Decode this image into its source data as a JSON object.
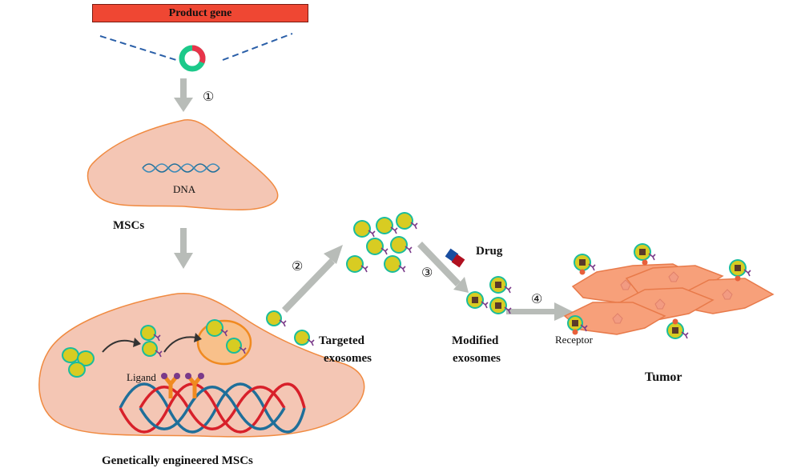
{
  "labels": {
    "product_gene": "Product gene",
    "dna": "DNA",
    "mscs": "MSCs",
    "ligand": "Ligand",
    "genetically_engineered": "Genetically engineered MSCs",
    "targeted_exosomes_1": "Targeted",
    "targeted_exosomes_2": "exosomes",
    "drug": "Drug",
    "modified_exosomes_1": "Modified",
    "modified_exosomes_2": "exosomes",
    "receptor": "Receptor",
    "tumor": "Tumor"
  },
  "steps": [
    "①",
    "②",
    "③",
    "④"
  ],
  "colors": {
    "banner": "#ef4733",
    "cell_fill": "#f4c6b4",
    "cell_stroke": "#f08a40",
    "exosome_fill": "#d8cc22",
    "exosome_ring": "#1abc9c",
    "plasmid_green": "#1cc98a",
    "plasmid_red": "#e8344a",
    "arrow": "#b8bcb8",
    "tumor_fill": "#f7a07a",
    "dna_blue": "#1f6f9a",
    "dna_red": "#d8202a",
    "ligand_orange": "#f08a20",
    "ligand_purple": "#7a3a8a"
  }
}
